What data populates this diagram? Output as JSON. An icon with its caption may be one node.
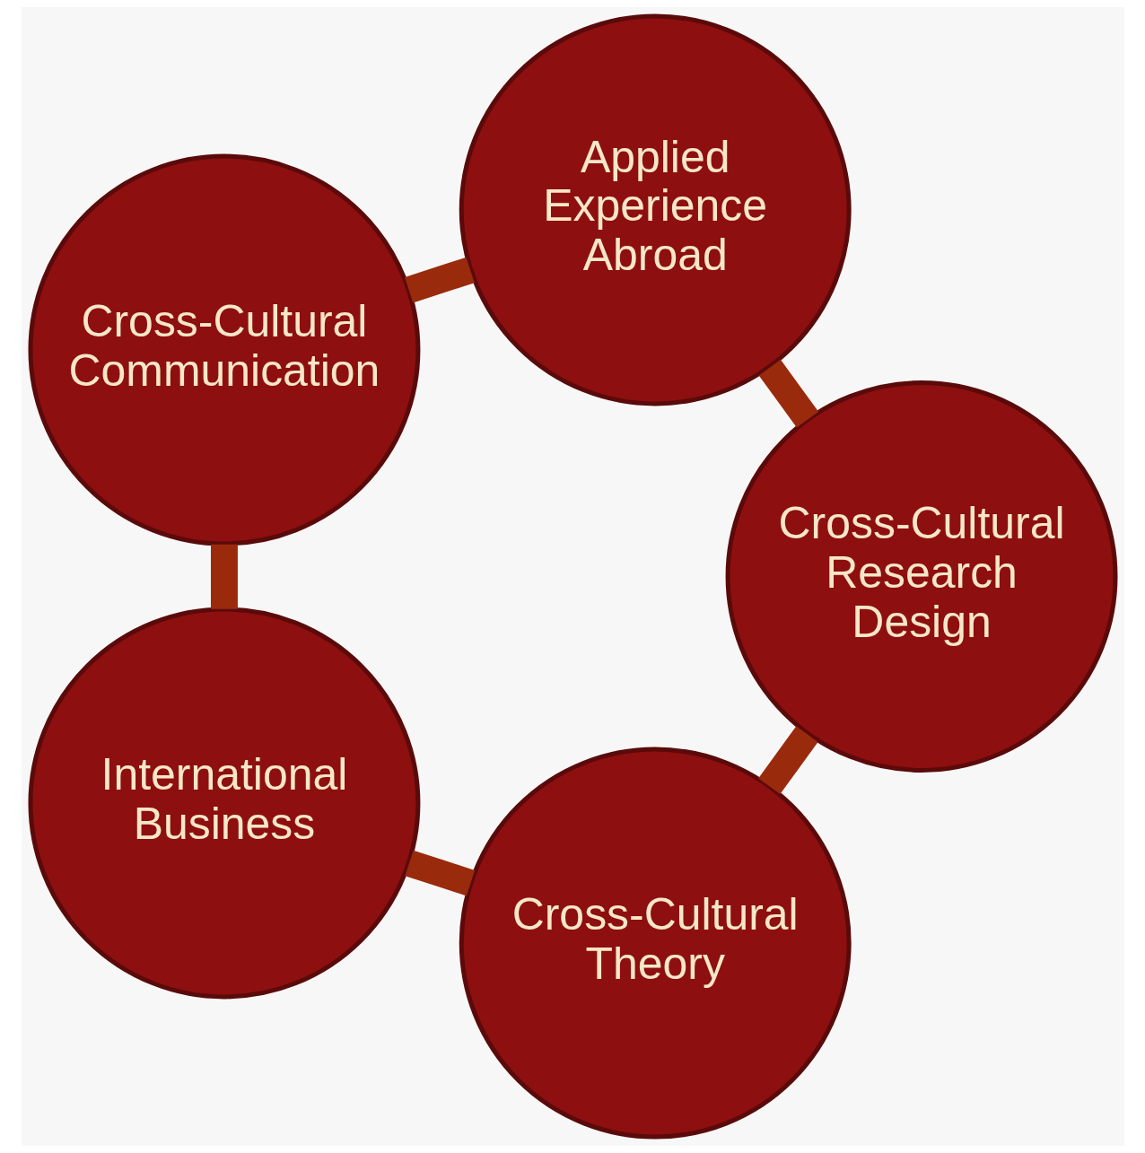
{
  "diagram": {
    "nodes": [
      {
        "text": [
          "Cross-Cultural Theory"
        ]
      },
      {
        "text": [
          "Cross-Cultural Research Design"
        ]
      },
      {
        "text": [
          "International Business"
        ]
      },
      {
        "text": [
          "Applied Experience Abroad"
        ]
      },
      {
        "text": [
          "Cross-Cultural Communication"
        ]
      }
    ],
    "edges": [
      {
        "from": 0,
        "to": 2,
        "arrow": "none"
      },
      {
        "from": 2,
        "to": 4,
        "arrow": "none"
      },
      {
        "from": 4,
        "to": 3,
        "arrow": "none"
      },
      {
        "from": 3,
        "to": 1,
        "arrow": "none"
      },
      {
        "from": 1,
        "to": 0,
        "arrow": "none"
      }
    ]
  }
}
